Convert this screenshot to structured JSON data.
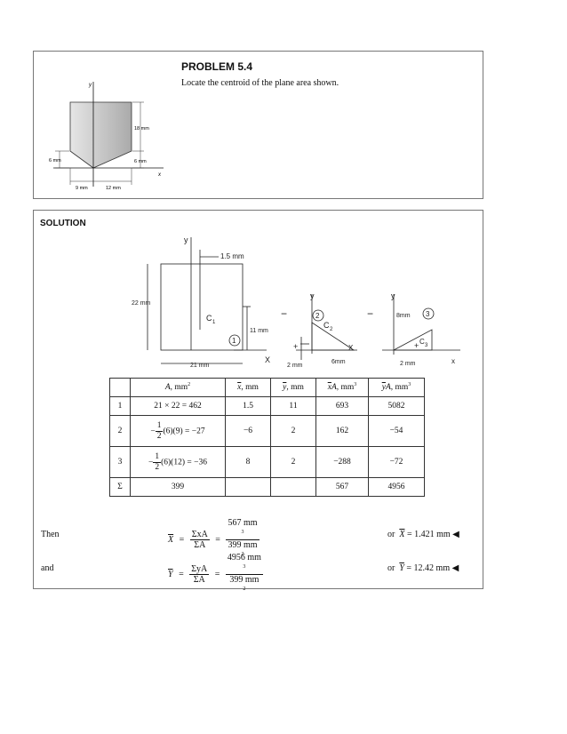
{
  "problem": {
    "title": "PROBLEM 5.4",
    "statement": "Locate the centroid of the plane area shown."
  },
  "figure": {
    "y_label": "y",
    "x_label": "x",
    "dim_18": "18 mm",
    "dim_6_left": "6 mm",
    "dim_6_right": "6 mm",
    "dim_9": "9 mm",
    "dim_12": "12 mm"
  },
  "solution": {
    "heading": "SOLUTION",
    "sketch": {
      "y1": "y",
      "y2": "y",
      "y3": "y",
      "x1": "X",
      "x2": "X",
      "x3": "x",
      "d_1_5": "1.5 mm",
      "d_22": "22 mm",
      "d_11": "11 mm",
      "d_21": "21 mm",
      "c1": "C",
      "c1_sub": "1",
      "c2": "C",
      "c2_sub": "2",
      "c3": "C",
      "c3_sub": "3",
      "n1": "1",
      "n2": "2",
      "n3": "3",
      "d_2a": "2 mm",
      "d_6": "6mm",
      "d_8": "8mm",
      "d_2b": "2 mm",
      "minus": "−",
      "plus": "+"
    },
    "table": {
      "headers": {
        "A": "A",
        "A_unit": ", mm",
        "A_exp": "2",
        "x": "x",
        "x_unit": ", mm",
        "y": "y",
        "y_unit": ", mm",
        "xA": "x",
        "xA_A": "A",
        "xA_unit": ", mm",
        "xA_exp": "3",
        "yA": "y",
        "yA_A": "A",
        "yA_unit": ", mm",
        "yA_exp": "3"
      },
      "rows": [
        {
          "n": "1",
          "A": "21 × 22 = 462",
          "x": "1.5",
          "y": "11",
          "xA": "693",
          "yA": "5082"
        },
        {
          "n": "2",
          "A_pre": "−",
          "A_num": "1",
          "A_den": "2",
          "A_post": "(6)(9) = −27",
          "x": "−6",
          "y": "2",
          "xA": "162",
          "yA": "−54"
        },
        {
          "n": "3",
          "A_pre": "−",
          "A_num": "1",
          "A_den": "2",
          "A_post": "(6)(12) = −36",
          "x": "8",
          "y": "2",
          "xA": "−288",
          "yA": "−72"
        },
        {
          "n": "Σ",
          "A": "399",
          "x": "",
          "y": "",
          "xA": "567",
          "yA": "4956"
        }
      ]
    },
    "then": {
      "label": "Then",
      "lhs": "X",
      "eq": "=",
      "num": "ΣxA",
      "den": "ΣA",
      "val_num": "567 mm",
      "val_num_exp": "3",
      "val_den": "399 mm",
      "val_den_exp": "2",
      "result_or": "or",
      "result_var": "X",
      "result_val": "= 1.421 mm",
      "marker": "◀"
    },
    "and": {
      "label": "and",
      "lhs": "Y",
      "eq": "=",
      "num": "ΣyA",
      "den": "ΣA",
      "val_num": "4956 mm",
      "val_num_exp": "3",
      "val_den": "399 mm",
      "val_den_exp": "2",
      "result_or": "or",
      "result_var": "Y",
      "result_val": "= 12.42 mm",
      "marker": "◀"
    }
  }
}
